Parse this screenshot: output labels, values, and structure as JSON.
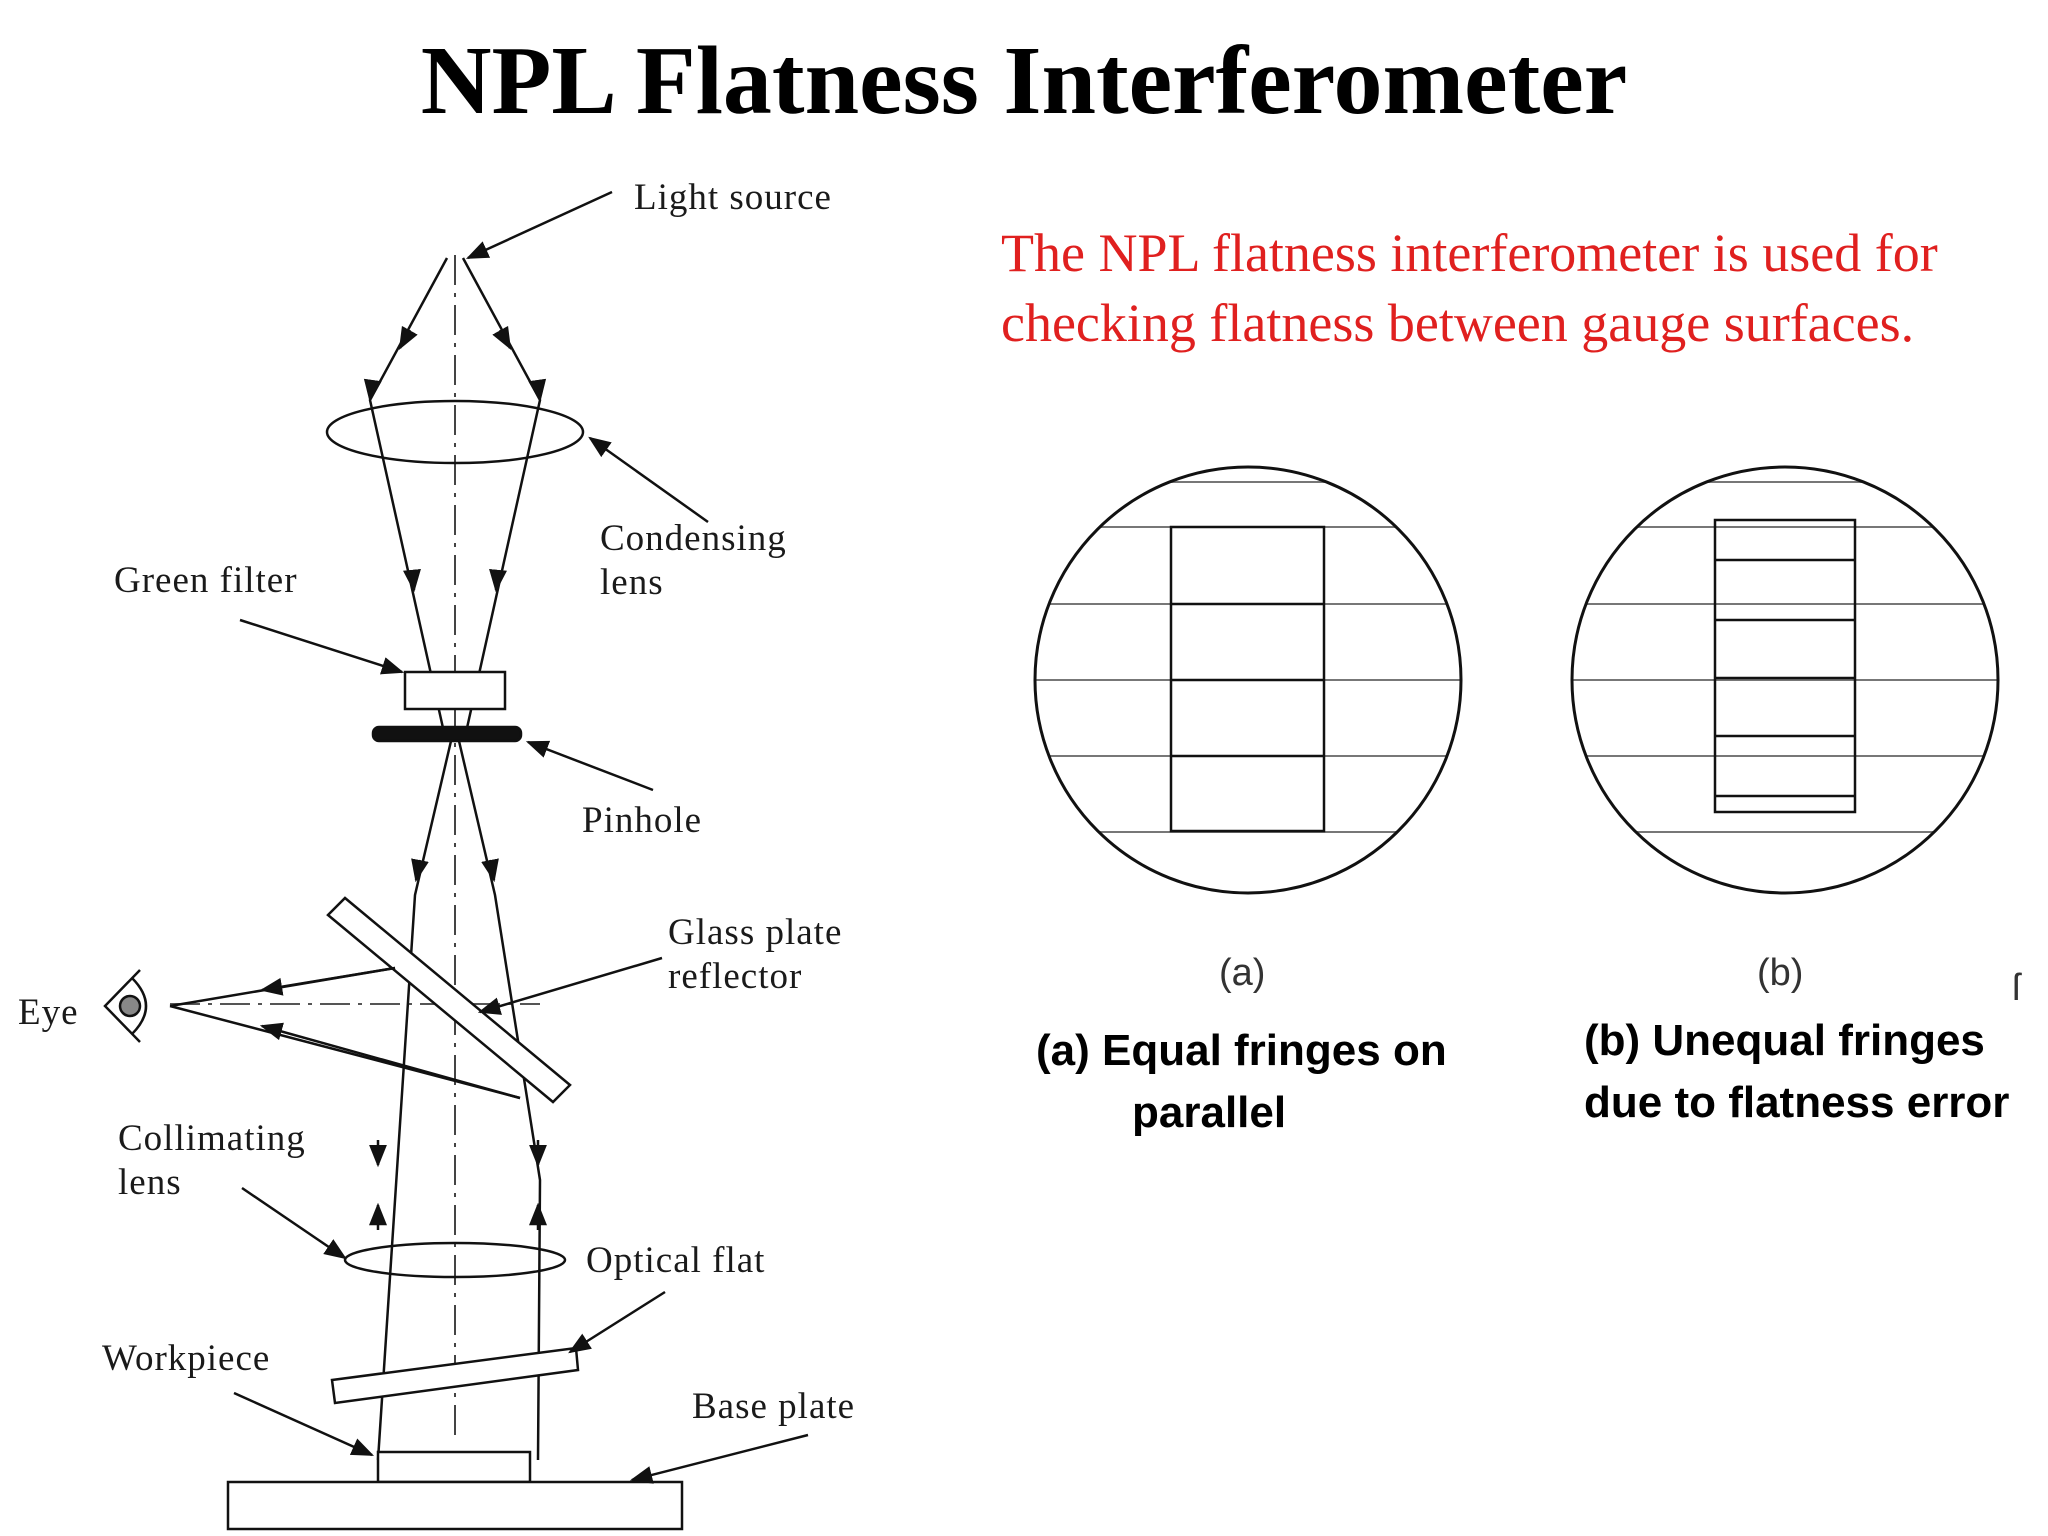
{
  "title": "NPL Flatness Interferometer",
  "description": "The NPL flatness interferometer is used for checking flatness between gauge surfaces.",
  "labels": {
    "light_source": "Light source",
    "condensing_lens_1": "Condensing",
    "condensing_lens_2": "lens",
    "green_filter": "Green filter",
    "pinhole": "Pinhole",
    "glass_plate_1": "Glass plate",
    "glass_plate_2": "reflector",
    "eye": "Eye",
    "collimating_1": "Collimating",
    "collimating_2": "lens",
    "optical_flat": "Optical flat",
    "workpiece": "Workpiece",
    "base_plate": "Base plate"
  },
  "fringe_panels": {
    "a_label": "(a)",
    "b_label": "(b)",
    "stray_mark": "ſ"
  },
  "captions": {
    "a_line1": "(a)  Equal fringes on",
    "a_line2": "parallel",
    "b_line1": "(b) Unequal fringes",
    "b_line2": "due to flatness error"
  }
}
